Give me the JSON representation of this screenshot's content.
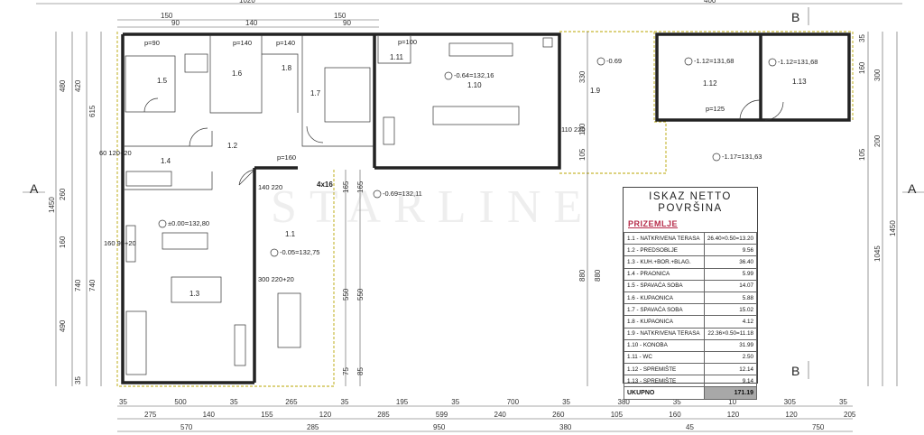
{
  "section_markers": {
    "a_left": "A",
    "a_right": "A",
    "b_top": "B",
    "b_bottom": "B"
  },
  "top_dims": {
    "d1": "1020",
    "d2": "400",
    "d3": "150",
    "d4": "90",
    "d5": "140",
    "d6": "150",
    "d7": "90"
  },
  "room_labels": {
    "r1_1": "1.1",
    "r1_2": "1.2",
    "r1_3": "1.3",
    "r1_4": "1.4",
    "r1_5": "1.5",
    "r1_6": "1.6",
    "r1_7": "1.7",
    "r1_8": "1.8",
    "r1_9": "1.9",
    "r1_10": "1.10",
    "r1_11": "1.11",
    "r1_12": "1.12",
    "r1_13": "1.13"
  },
  "levels": {
    "l1": "-0.64=132,16",
    "l2": "-0.69",
    "l3": "-1.12=131,68",
    "l4": "-1.12=131,68",
    "l5": "-1.17=131,63",
    "l6": "±0.00=132,80",
    "l7": "-0.05=132,75",
    "l8": "-0.69=132,11"
  },
  "opening_labels": {
    "o1": "p=90",
    "o2": "p=140",
    "o3": "p=140",
    "o4": "p=100",
    "o5": "p=125",
    "o6": "p=160",
    "o7": "4x16",
    "o8": "140 220",
    "o9": "300 220+20",
    "o10": "60 120+20",
    "o11": "160 95+20",
    "o12": "110 220"
  },
  "left_dims": {
    "v1": "480",
    "v2": "420",
    "v3": "615",
    "v4": "1450",
    "v5": "260",
    "v6": "160",
    "v7": "740",
    "v8": "740",
    "v9": "490",
    "v10": "35"
  },
  "right_dims": {
    "v1": "1450",
    "v2": "1045",
    "v3": "300",
    "v4": "160",
    "v5": "200",
    "v6": "105",
    "v7": "35"
  },
  "mid_dims": {
    "m1": "330",
    "m2": "100",
    "m3": "105",
    "m4": "880",
    "m5": "880",
    "m6": "550",
    "m7": "550",
    "m8": "165",
    "m9": "165",
    "m10": "75",
    "m11": "85"
  },
  "bottom_row1": [
    "35",
    "500",
    "35",
    "265",
    "35",
    "195",
    "35",
    "700",
    "35",
    "380",
    "35",
    "10",
    "305",
    "35"
  ],
  "bottom_row2": [
    "275",
    "140",
    "155",
    "120",
    "285",
    "599",
    "240",
    "260",
    "105",
    "160",
    "120",
    "120",
    "205"
  ],
  "bottom_row3": [
    "570",
    "285",
    "950",
    "380",
    "45",
    "750"
  ],
  "area_table": {
    "title_line1": "ISKAZ NETTO",
    "title_line2": "POVRŠINA",
    "floor": "PRIZEMLJE",
    "rows": [
      {
        "name": "1.1 - NATKRIVENA TERASA",
        "value": "26.40×0.50=13.20"
      },
      {
        "name": "1.2 - PREDSOBLJE",
        "value": "9.56"
      },
      {
        "name": "1.3 - KUH.+BOR.+BLAG.",
        "value": "36.40"
      },
      {
        "name": "1.4 - PRAONICA",
        "value": "5.99"
      },
      {
        "name": "1.5 - SPAVAĆA SOBA",
        "value": "14.07"
      },
      {
        "name": "1.6 - KUPAONICA",
        "value": "5.88"
      },
      {
        "name": "1.7 - SPAVAĆA SOBA",
        "value": "15.02"
      },
      {
        "name": "1.8 - KUPAONICA",
        "value": "4.12"
      },
      {
        "name": "1.9 - NATKRIVENA TERASA",
        "value": "22.36×0.50=11.18"
      },
      {
        "name": "1.10 - KONOBA",
        "value": "31.99"
      },
      {
        "name": "1.11 - WC",
        "value": "2.50"
      },
      {
        "name": "1.12 - SPREMIŠTE",
        "value": "12.14"
      },
      {
        "name": "1.13 - SPREMIŠTE",
        "value": "9.14"
      }
    ],
    "total_label": "UKUPNO",
    "total_value": "171.19"
  },
  "watermark": "STARLINE"
}
